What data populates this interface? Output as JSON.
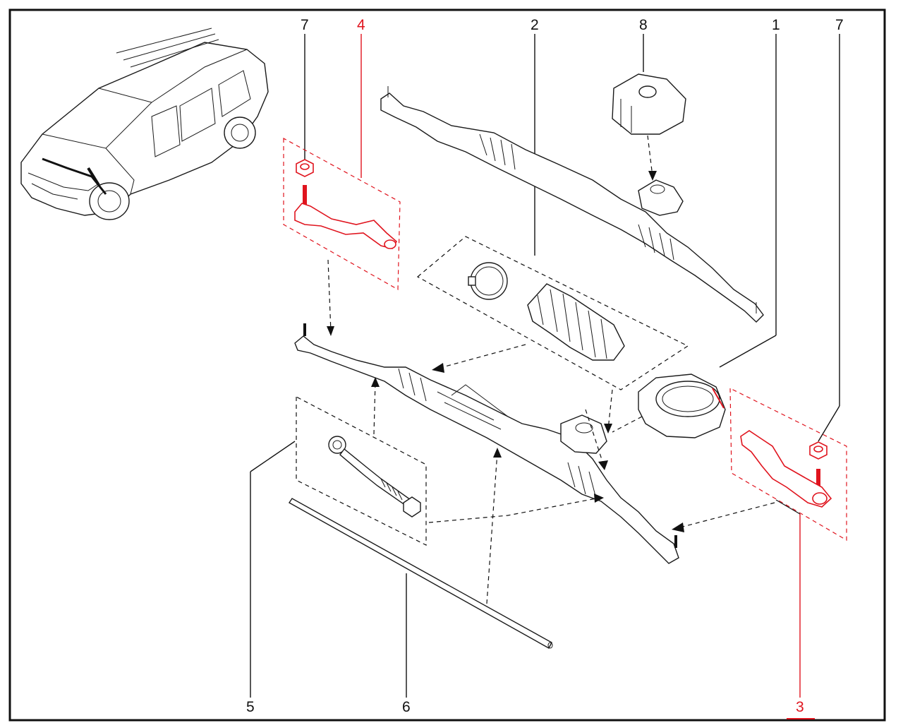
{
  "diagram": {
    "labels": {
      "l1": "1",
      "l2": "2",
      "l3": "3",
      "l4": "4",
      "l5": "5",
      "l6": "6",
      "l7a": "7",
      "l7b": "7",
      "l8": "8"
    },
    "highlighted_labels": [
      "3",
      "4"
    ],
    "colors": {
      "highlight": "#e0141e",
      "line": "#111111",
      "background": "#ffffff"
    }
  }
}
